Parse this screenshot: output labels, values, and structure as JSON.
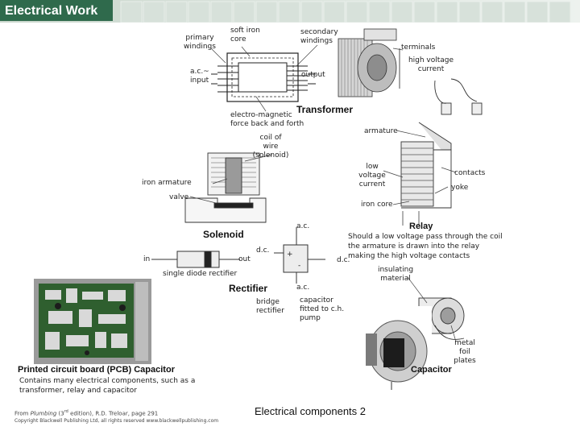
{
  "slide": {
    "title": "Electrical Work",
    "colors": {
      "header_bar": "#9bb0a2",
      "title_box": "#2f6a4c"
    }
  },
  "transformer": {
    "heading": "Transformer",
    "labels": {
      "primary_windings": "primary windings",
      "soft_iron_core": "soft iron core",
      "secondary_windings": "secondary windings",
      "terminals": "terminals",
      "high_voltage_current": "high voltage current",
      "ac_input": "a.c.~ input",
      "output": "output",
      "em_force": "electro-magnetic force back and forth"
    }
  },
  "relay": {
    "heading": "Relay",
    "labels": {
      "armature": "armature",
      "contacts": "contacts",
      "yoke": "yoke",
      "iron_core": "iron core",
      "low_voltage_current": "low voltage current"
    },
    "description": "Should a low voltage pass through the coil the armature is drawn into the relay making the high voltage contacts"
  },
  "solenoid": {
    "heading": "Solenoid",
    "labels": {
      "coil_of_wire": "coil of wire (solenoid)",
      "iron_armature": "iron armature",
      "valve": "valve"
    }
  },
  "rectifier": {
    "heading": "Rectifier",
    "labels": {
      "in": "in",
      "out": "out",
      "single_diode": "single diode rectifier",
      "ac_top": "a.c.",
      "dc_left": "d.c.",
      "dc_right": "d.c.",
      "ac_bottom": "a.c.",
      "bridge_rectifier": "bridge rectifier"
    }
  },
  "capacitor": {
    "heading": "Capacitor",
    "labels": {
      "insulating_material": "insulating material",
      "capacitor_fitted": "capacitor fitted to c.h. pump",
      "metal_foil_plates": "metal foil plates"
    }
  },
  "pcb": {
    "heading": "Printed circuit board (PCB) Capacitor",
    "description": "Contains many electrical components, such as a transformer, relay and capacitor"
  },
  "footer": {
    "source_prefix": "From",
    "book": "Plumbing",
    "source_mid": "(3",
    "edition_sup": "rd",
    "source_suffix": "edition), R.D. Treloar, page 291",
    "copyright": "Copyright Blackwell Publishing Ltd, all rights reserved  www.blackwellpublishing.com",
    "slide_caption": "Electrical components 2"
  }
}
